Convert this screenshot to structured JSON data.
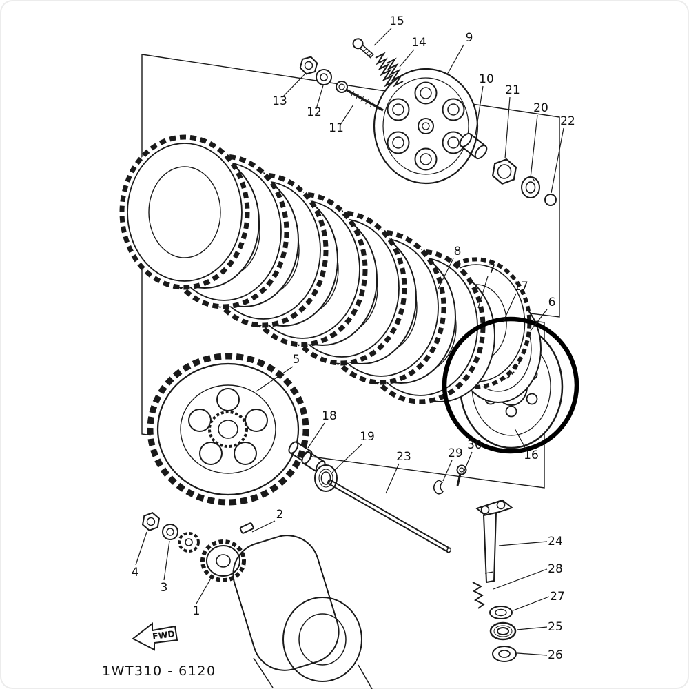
{
  "diagram": {
    "code": "1WT310 - 6120",
    "fwd_label": "FWD"
  },
  "callouts": [
    "1",
    "2",
    "3",
    "4",
    "5",
    "6",
    "7",
    "8",
    "9",
    "10",
    "11",
    "12",
    "13",
    "14",
    "15",
    "16",
    "17",
    "18",
    "19",
    "20",
    "21",
    "22",
    "23",
    "24",
    "25",
    "26",
    "27",
    "28",
    "29",
    "30"
  ]
}
